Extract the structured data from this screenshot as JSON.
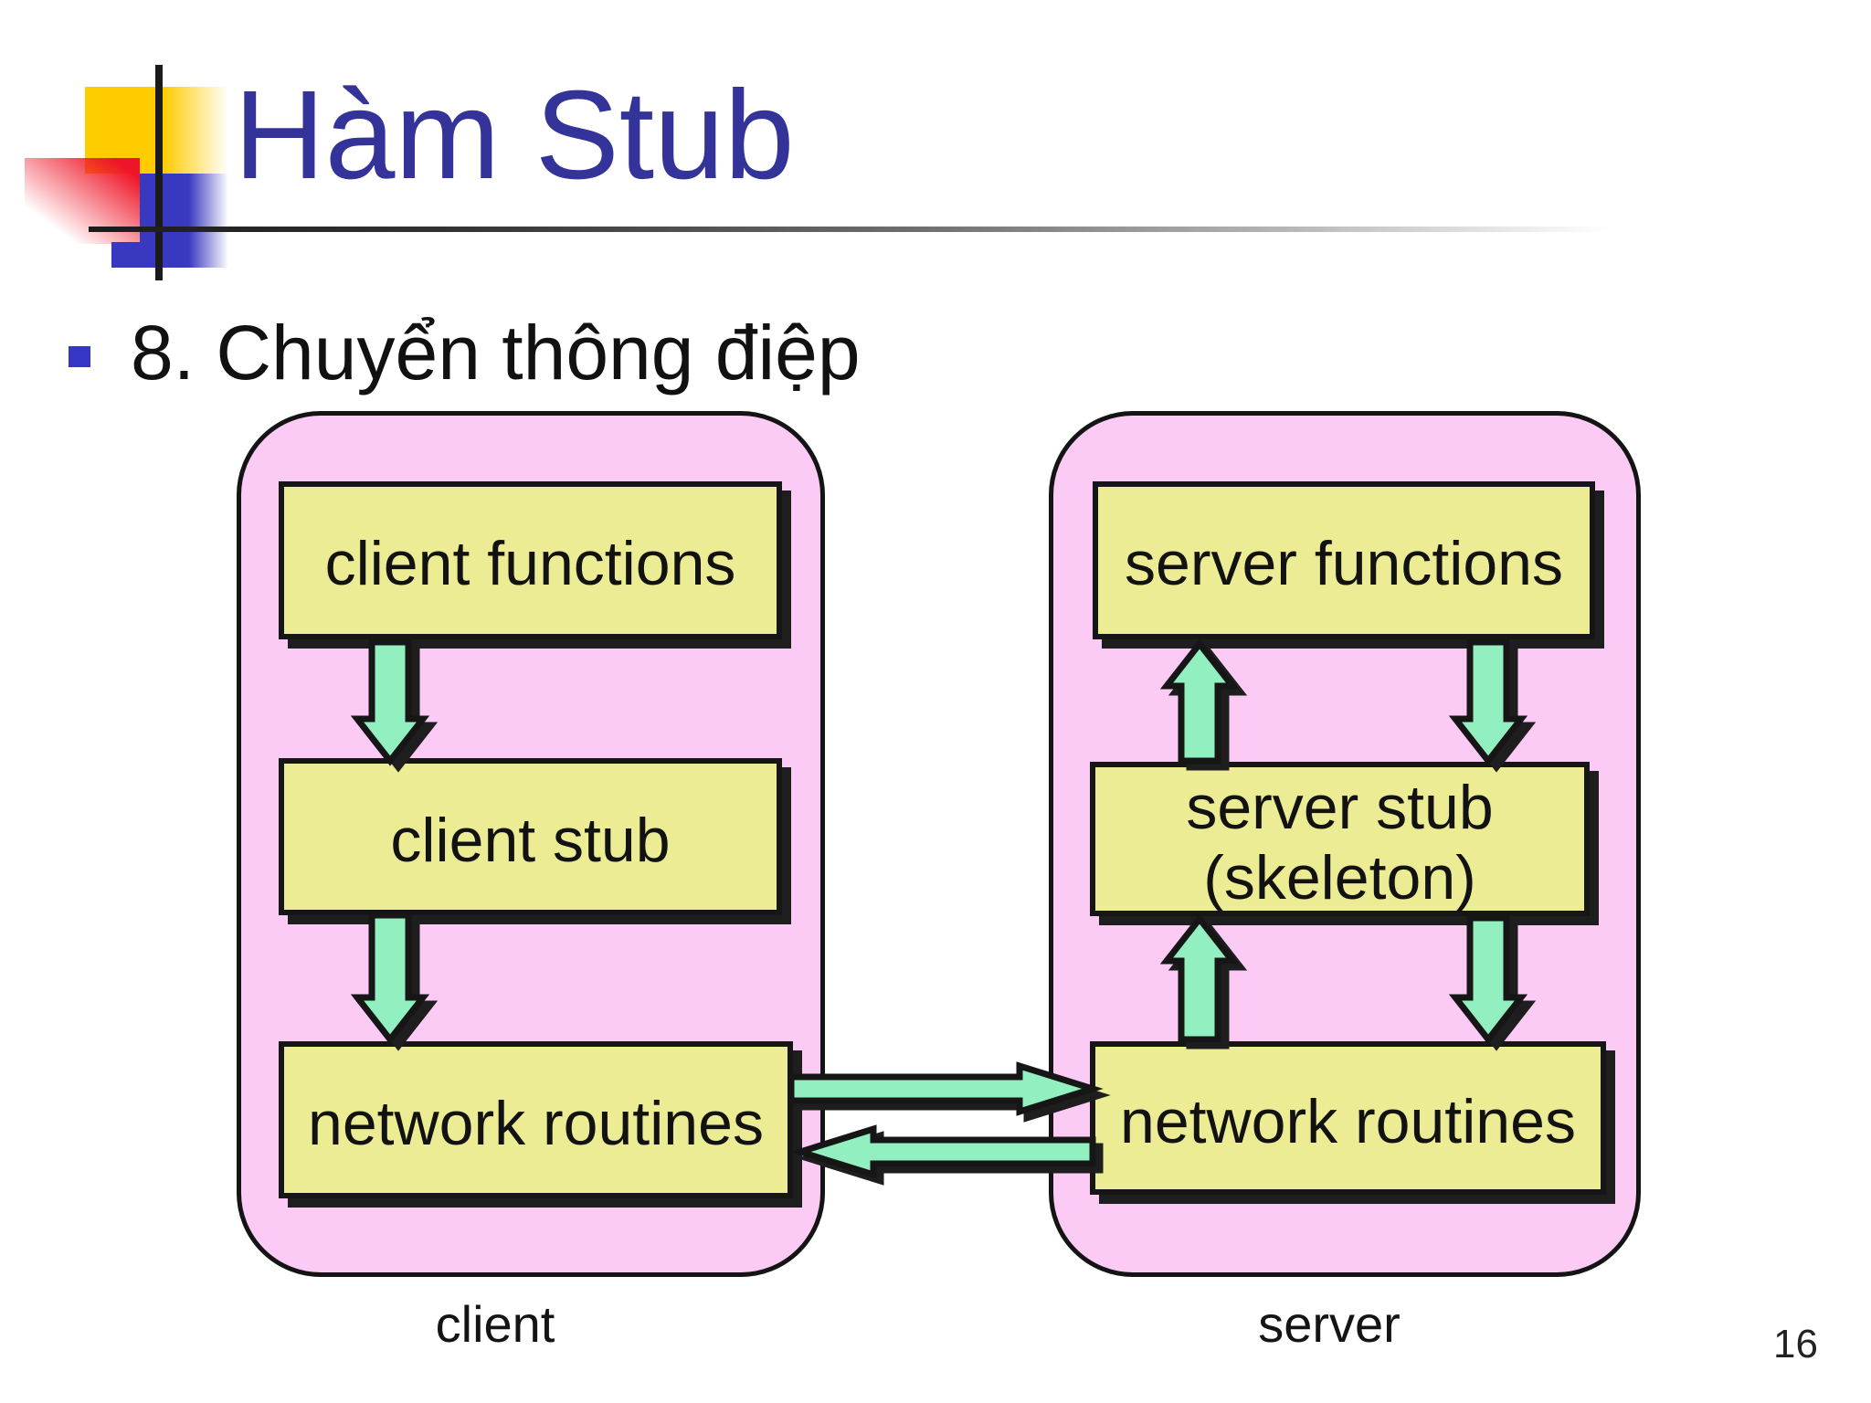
{
  "title": "Hàm Stub",
  "bullet": {
    "text": "8. Chuyển thông điệp"
  },
  "page_number": "16",
  "colors": {
    "title_blue": "#333399",
    "bullet_blue": "#3535C6",
    "panel_pink": "#FBCBF5",
    "box_yellow": "#ECEC94",
    "arrow_green": "#92EFBF",
    "outline_black": "#161616",
    "shadow_dark": "#1e1e1e",
    "accent_yellow": "#FFCC00",
    "accent_red": "#EE1528",
    "accent_blue": "#3838C0"
  },
  "diagram": {
    "client_panel": {
      "caption": "client",
      "boxes": [
        "client functions",
        "client stub",
        "network routines"
      ]
    },
    "server_panel": {
      "caption": "server",
      "boxes": [
        "server functions",
        "server stub (skeleton)",
        "network routines"
      ],
      "stub_line1": "server stub",
      "stub_line2": "(skeleton)"
    },
    "arrows": [
      {
        "from": "client functions",
        "to": "client stub",
        "direction": "down"
      },
      {
        "from": "client stub",
        "to": "network routines (client)",
        "direction": "down"
      },
      {
        "from": "server stub (skeleton)",
        "to": "server functions",
        "direction": "up"
      },
      {
        "from": "server functions",
        "to": "server stub (skeleton)",
        "direction": "down"
      },
      {
        "from": "network routines (server)",
        "to": "server stub (skeleton)",
        "direction": "up"
      },
      {
        "from": "server stub (skeleton)",
        "to": "network routines (server)",
        "direction": "down"
      },
      {
        "from": "network routines (client)",
        "to": "network routines (server)",
        "direction": "right"
      },
      {
        "from": "network routines (server)",
        "to": "network routines (client)",
        "direction": "left"
      }
    ]
  }
}
